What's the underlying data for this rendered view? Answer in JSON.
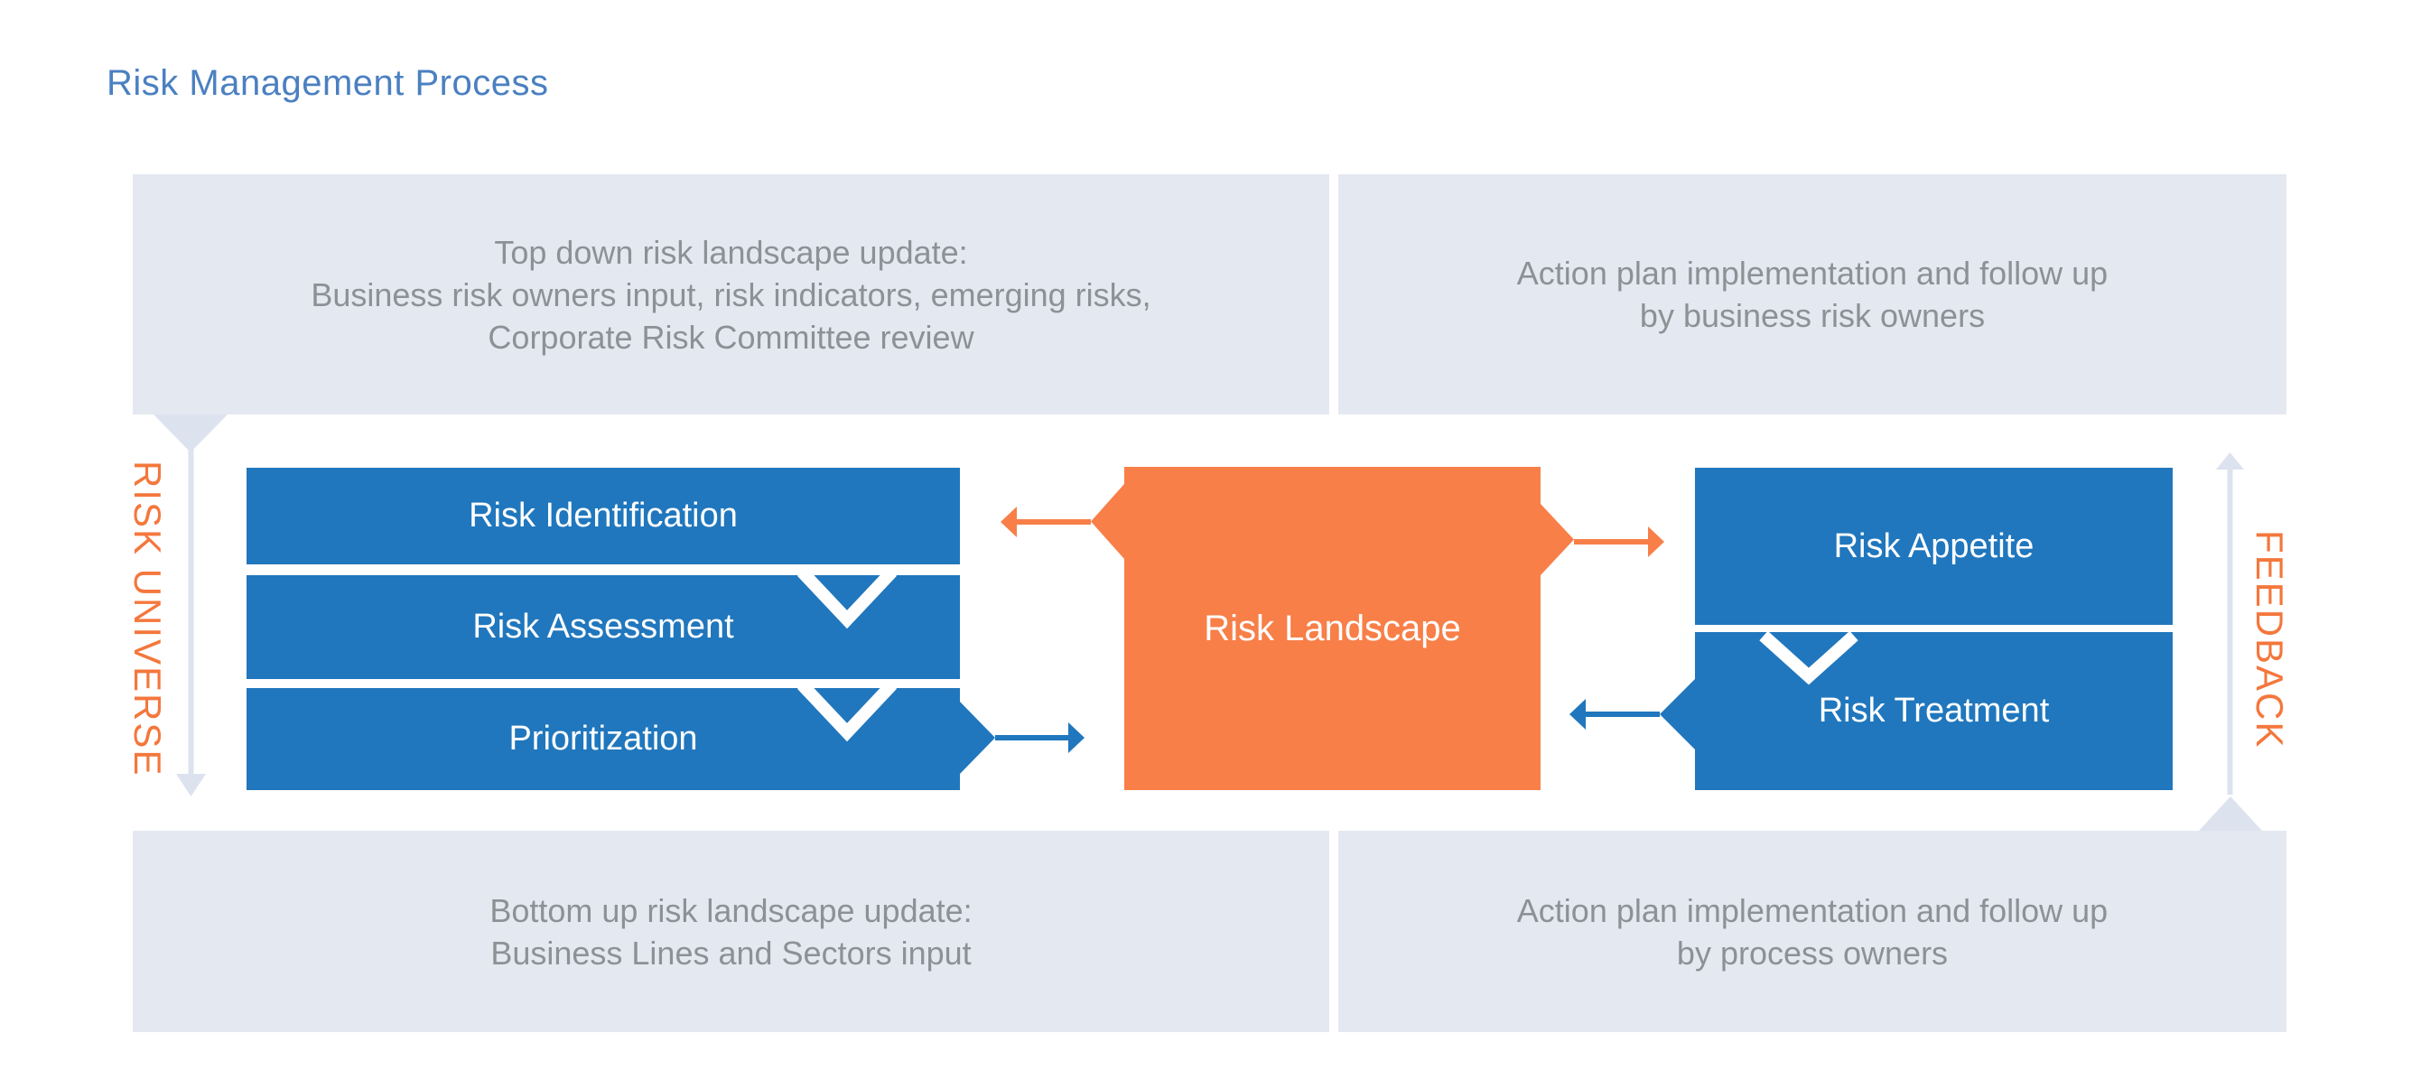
{
  "title": "Risk Management Process",
  "panels": {
    "top_left": {
      "lines": [
        "Top down risk landscape update:",
        "Business risk owners input, risk indicators, emerging risks,",
        "Corporate Risk Committee review"
      ]
    },
    "top_right": {
      "lines": [
        "Action plan implementation and follow up",
        "by business risk owners"
      ]
    },
    "bottom_left": {
      "lines": [
        "Bottom up risk landscape update:",
        "Business Lines and Sectors input"
      ]
    },
    "bottom_right": {
      "lines": [
        "Action plan implementation and follow up",
        "by process owners"
      ]
    }
  },
  "left_steps": [
    "Risk Identification",
    "Risk Assessment",
    "Prioritization"
  ],
  "center_box": "Risk Landscape",
  "right_steps": [
    "Risk Appetite",
    "Risk Treatment"
  ],
  "side_labels": {
    "left": "RISK UNIVERSE",
    "right": "FEEDBACK"
  },
  "colors": {
    "process_blue": "#2077bd",
    "accent_orange": "#f87f48",
    "label_orange": "#f4773c",
    "panel_gray": "#e4e8f1",
    "flow_gray": "#dce3ef",
    "panel_text_gray": "#8d9196",
    "title_blue": "#4b80c1"
  }
}
